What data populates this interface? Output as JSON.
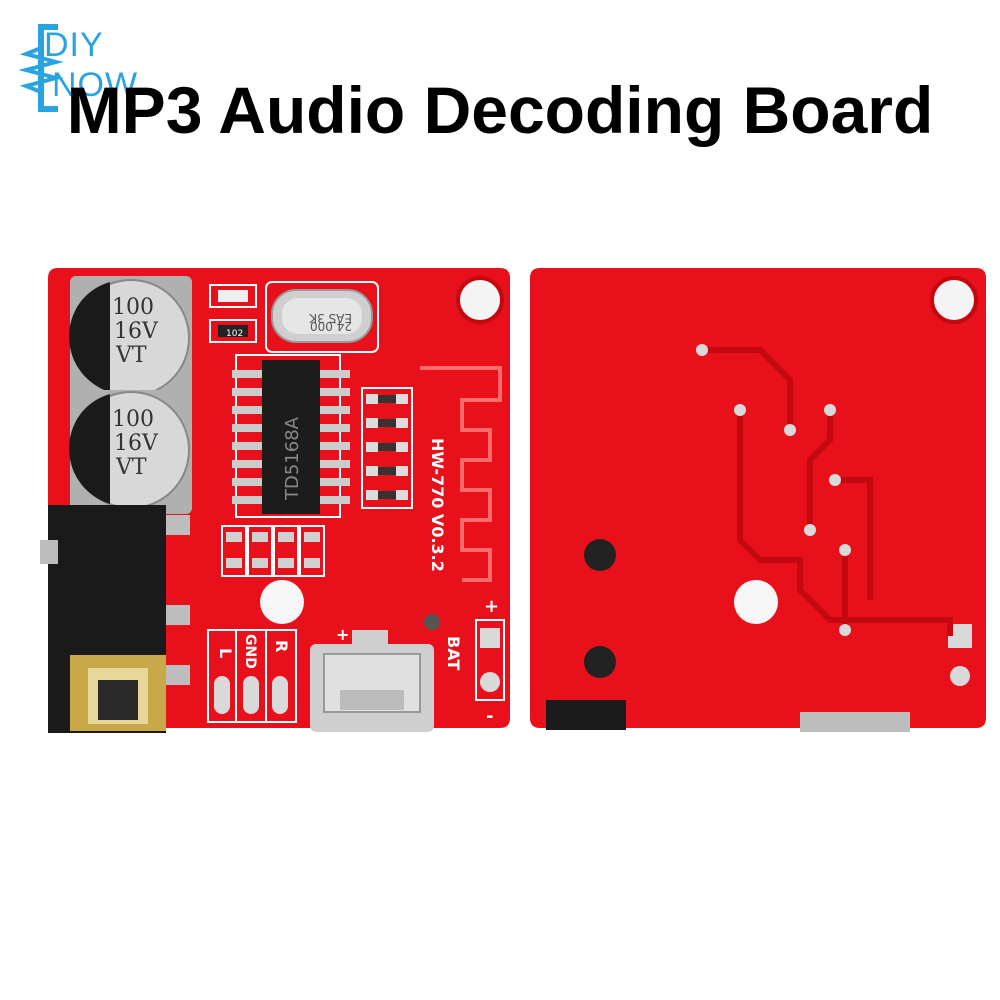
{
  "logo": {
    "line1": "DIY",
    "line2": "NOW",
    "color": "#2aa4e0"
  },
  "title": "MP3 Audio Decoding Board",
  "board_front": {
    "capacitor_top": {
      "line1": "100",
      "line2": "16V",
      "line3": "VT"
    },
    "capacitor_bottom": {
      "line1": "100",
      "line2": "16V",
      "line3": "VT"
    },
    "chip_label": "TD5168A",
    "crystal": {
      "line1": "EAS 3K",
      "line2": "24.000"
    },
    "resistor_label": "102",
    "board_model": "HW-770 V0.3.2",
    "pin_labels": {
      "left": "L",
      "gnd": "GND",
      "right": "R",
      "bat": "BAT",
      "plus": "+",
      "minus": "-"
    }
  },
  "colors": {
    "pcb": "#e8101a",
    "pcb_dark": "#c40810",
    "pad": "#d9d9d9",
    "background": "#ffffff"
  }
}
